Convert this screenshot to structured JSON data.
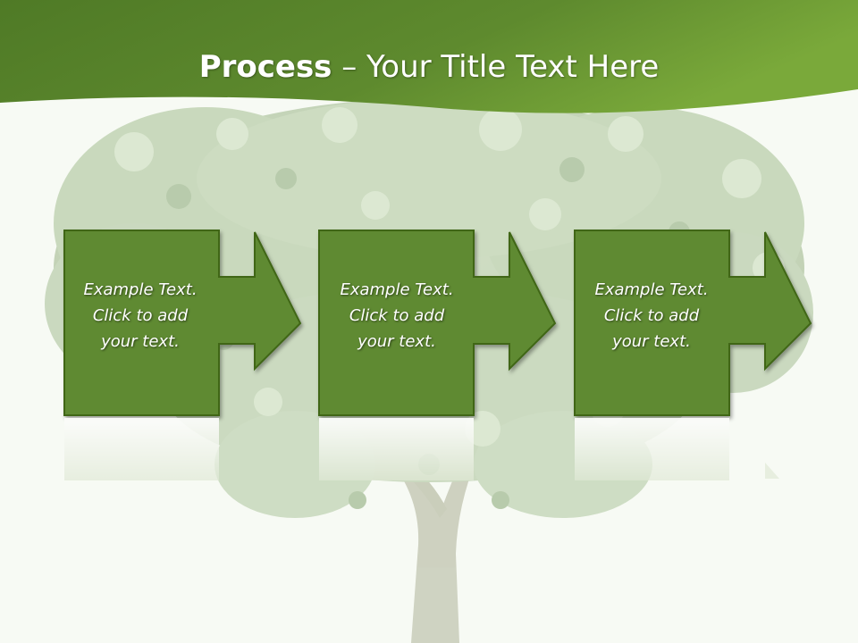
{
  "slide": {
    "title_bold": "Process",
    "title_rest": " – Your Title Text Here"
  },
  "colors": {
    "header_dark": "#4f7a26",
    "header_light": "#7aa93a",
    "box_fill": "#5f8a30",
    "box_stroke": "#3f6618",
    "background": "#f7faf4"
  },
  "steps": [
    {
      "lines": [
        "Example Text.",
        "Click  to add",
        "your text."
      ]
    },
    {
      "lines": [
        "Example Text.",
        "Click  to add",
        "your text."
      ]
    },
    {
      "lines": [
        "Example Text.",
        "Click  to add",
        "your text."
      ]
    }
  ]
}
